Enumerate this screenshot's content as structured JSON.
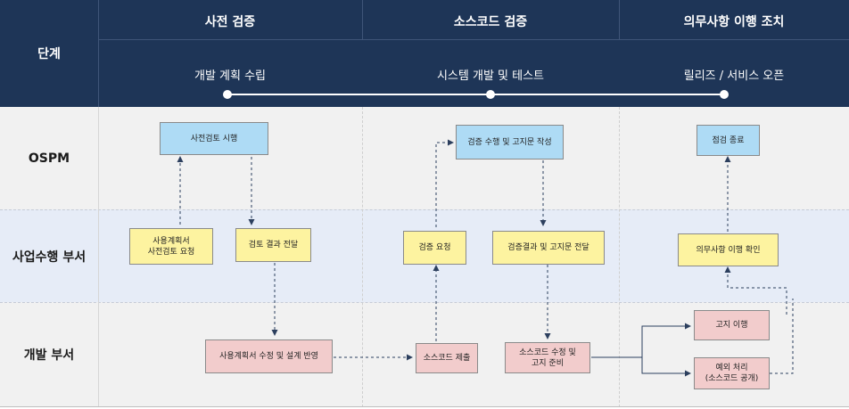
{
  "header": {
    "stage_label": "단계",
    "phases": [
      {
        "title": "사전 검증",
        "subtitle": "개발 계획 수립"
      },
      {
        "title": "소스코드 검증",
        "subtitle": "시스템 개발 및 테스트"
      },
      {
        "title": "의무사항 이행 조치",
        "subtitle": "릴리즈 / 서비스 오픈"
      }
    ]
  },
  "rows": {
    "ospm": "OSPM",
    "business": "사업수행 부서",
    "dev": "개발 부서"
  },
  "boxes": {
    "pre_review": "사전검토 시행",
    "usage_plan": "사용계획서\n사전검토 요청",
    "review_result": "검토 결과 전달",
    "apply_plan": "사용계획서 수정 및 설계 반영",
    "verify_perform": "검증 수행 및 고지문 작성",
    "verify_request": "검증 요청",
    "verify_result": "검증결과 및 고지문 전달",
    "source_submit": "소스코드 제출",
    "source_fix": "소스코드 수정 및\n고지 준비",
    "inspect_done": "점검 종료",
    "obligation_check": "의무사항 이행 확인",
    "notice": "고지 이행",
    "exception": "예외 처리\n(소스코드 공개)"
  },
  "colors": {
    "header_bg": "#1e3557",
    "ospm_row_bg": "#f1f1f1",
    "business_row_bg": "#e6ecf7",
    "dev_row_bg": "#f1f1f1",
    "blue_box": "#aedbf5",
    "yellow_box": "#fdf3a0",
    "pink_box": "#f2cccc"
  }
}
